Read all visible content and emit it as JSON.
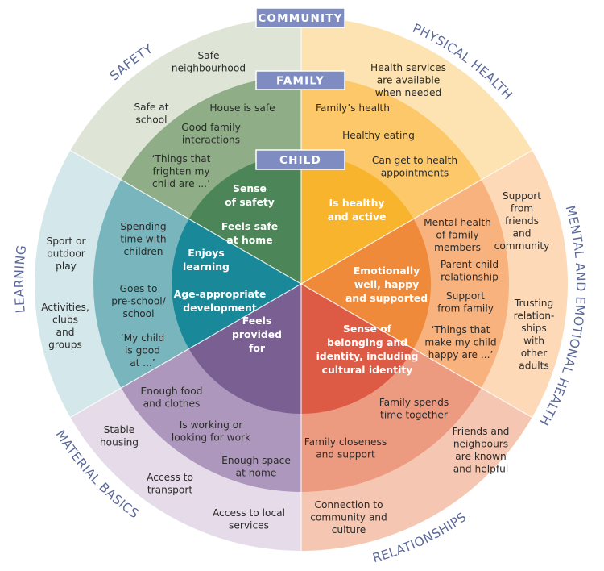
{
  "ring_labels": {
    "community": "COMMUNITY",
    "family": "FAMILY",
    "child": "CHILD"
  },
  "colors": {
    "label_box": "#7f8cc2",
    "section_title": "#5c6a99",
    "safety": {
      "community": "#dfe5d6",
      "family": "#8fae88",
      "child": "#4c8558"
    },
    "physical_health": {
      "community": "#fde3b2",
      "family": "#fcc86a",
      "child": "#f8b42c"
    },
    "mental_emotional_health": {
      "community": "#fdd9b8",
      "family": "#f8b27e",
      "child": "#ef8a3a"
    },
    "relationships": {
      "community": "#f5c7b2",
      "family": "#ec9a80",
      "child": "#dd5a45"
    },
    "material_basics": {
      "community": "#e6dce9",
      "family": "#ae97bd",
      "child": "#7a5f92"
    },
    "learning": {
      "community": "#d4e8eb",
      "family": "#78b5bd",
      "child": "#19899a"
    }
  },
  "sections": [
    {
      "id": "safety",
      "title": "SAFETY",
      "community_items": [
        "Safe neighbourhood",
        "Safe at school"
      ],
      "family_items": [
        "House is safe",
        "Good family interactions",
        "'Things that frighten my child are ...'"
      ],
      "child_items": [
        "Sense of safety",
        "Feels safe at home"
      ]
    },
    {
      "id": "physical_health",
      "title": "PHYSICAL HEALTH",
      "community_items": [
        "Health services are available when needed"
      ],
      "family_items": [
        "Family's health",
        "Healthy eating",
        "Can get to health appointments"
      ],
      "child_items": [
        "Is healthy and active"
      ]
    },
    {
      "id": "mental_emotional_health",
      "title": "MENTAL AND EMOTIONAL HEALTH",
      "community_items": [
        "Support from friends and community",
        "Trusting relationships with other adults"
      ],
      "family_items": [
        "Mental health of family members",
        "Parent-child relationship",
        "Support from family",
        "'Things that make my child happy are ...'"
      ],
      "child_items": [
        "Emotionally well, happy and supported"
      ]
    },
    {
      "id": "relationships",
      "title": "RELATIONSHIPS",
      "community_items": [
        "Friends and neighbours are known and helpful",
        "Connection to community and culture"
      ],
      "family_items": [
        "Family spends time together",
        "Family closeness and support"
      ],
      "child_items": [
        "Sense of belonging and identity, including cultural identity"
      ]
    },
    {
      "id": "material_basics",
      "title": "MATERIAL BASICS",
      "community_items": [
        "Stable housing",
        "Access to transport",
        "Access to local services"
      ],
      "family_items": [
        "Enough food and clothes",
        "Is working or looking for work",
        "Enough space at home"
      ],
      "child_items": [
        "Feels provided for"
      ]
    },
    {
      "id": "learning",
      "title": "LEARNING",
      "community_items": [
        "Sport or outdoor play",
        "Activities, clubs and groups"
      ],
      "family_items": [
        "Spending time with children",
        "Goes to pre-school/ school",
        "'My child is good at ...'"
      ],
      "child_items": [
        "Enjoys learning",
        "Age-appropriate development"
      ]
    }
  ],
  "text_lines": {
    "safety": {
      "community": [
        [
          "Safe",
          "neighbourhood"
        ],
        [
          "Safe at",
          "school"
        ]
      ],
      "family": [
        [
          "House is safe"
        ],
        [
          "Good family",
          "interactions"
        ],
        [
          "‘Things that",
          "frighten my",
          "child are ...’"
        ]
      ],
      "child": [
        [
          "Sense",
          "of safety"
        ],
        [
          "Feels safe",
          "at home"
        ]
      ]
    },
    "physical_health": {
      "community": [
        [
          "Health  services",
          "are available",
          "when  needed"
        ]
      ],
      "family": [
        [
          "Family’s health"
        ],
        [
          "Healthy eating"
        ],
        [
          "Can get to health",
          "appointments"
        ]
      ],
      "child": [
        [
          "Is healthy",
          "and active"
        ]
      ]
    },
    "mental_emotional_health": {
      "community": [
        [
          "Support",
          "from",
          "friends",
          "and",
          "community"
        ],
        [
          "Trusting",
          "relation-",
          "ships",
          "with",
          "other",
          "adults"
        ]
      ],
      "family": [
        [
          "Mental health",
          "of family",
          "members"
        ],
        [
          "Parent-child",
          "relationship"
        ],
        [
          "Support",
          "from family"
        ],
        [
          "‘Things that",
          "make my child",
          "happy are ...’"
        ]
      ],
      "child": [
        [
          "Emotionally",
          "well, happy",
          "and supported"
        ]
      ]
    },
    "relationships": {
      "community": [
        [
          "Friends and",
          "neighbours",
          "are known",
          "and helpful"
        ],
        [
          "Connection to",
          "community and",
          "culture"
        ]
      ],
      "family": [
        [
          "Family spends",
          "time together"
        ],
        [
          "Family closeness",
          "and support"
        ]
      ],
      "child": [
        [
          "Sense of",
          "belonging and",
          "identity, including",
          "cultural identity"
        ]
      ]
    },
    "material_basics": {
      "community": [
        [
          "Stable",
          "housing"
        ],
        [
          "Access to",
          "transport"
        ],
        [
          "Access to local",
          "services"
        ]
      ],
      "family": [
        [
          "Enough food",
          "and clothes"
        ],
        [
          "Is working or",
          "looking for work"
        ],
        [
          "Enough space",
          "at home"
        ]
      ],
      "child": [
        [
          "Feels",
          "provided",
          "for"
        ]
      ]
    },
    "learning": {
      "community": [
        [
          "Sport or",
          "outdoor",
          "play"
        ],
        [
          "Activities,",
          "clubs",
          "and",
          "groups"
        ]
      ],
      "family": [
        [
          "Spending",
          "time with",
          "children"
        ],
        [
          "Goes to",
          "pre-school/",
          "school"
        ],
        [
          "‘My child",
          "is good",
          "at ...’"
        ]
      ],
      "child": [
        [
          "Enjoys",
          "learning"
        ],
        [
          "Age-appropriate",
          "development"
        ]
      ]
    }
  }
}
